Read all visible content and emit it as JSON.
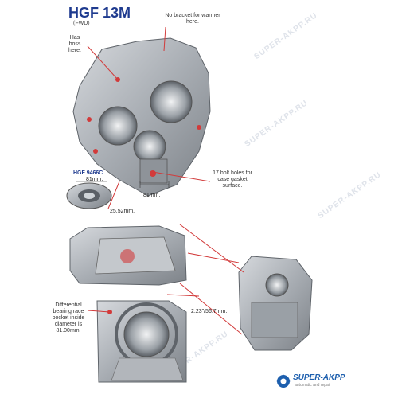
{
  "title": "HGF 13M",
  "subtitle": "(FWD)",
  "notes": {
    "no_bracket": "No bracket for warmer here.",
    "has_boss": "Has boss here.",
    "bolt_holes": "17 bolt holes for case gasket surface.",
    "differential": "Differential bearing race pocket inside diameter is 81.00mm."
  },
  "part": {
    "name": "HGF 9466C",
    "dim": "81mm."
  },
  "dimensions": {
    "d1": "81mm.",
    "d2": "25.52mm.",
    "d3": "2.23\"/56.7mm."
  },
  "watermark": "SUPER-AKPP.RU",
  "logo": {
    "name": "SUPER-AKPP",
    "tagline": "automatic and repair"
  },
  "colors": {
    "title": "#1f3b8f",
    "callout": "#d23a3a",
    "metal": "#b8bcc2",
    "metal_dark": "#6e737a"
  }
}
